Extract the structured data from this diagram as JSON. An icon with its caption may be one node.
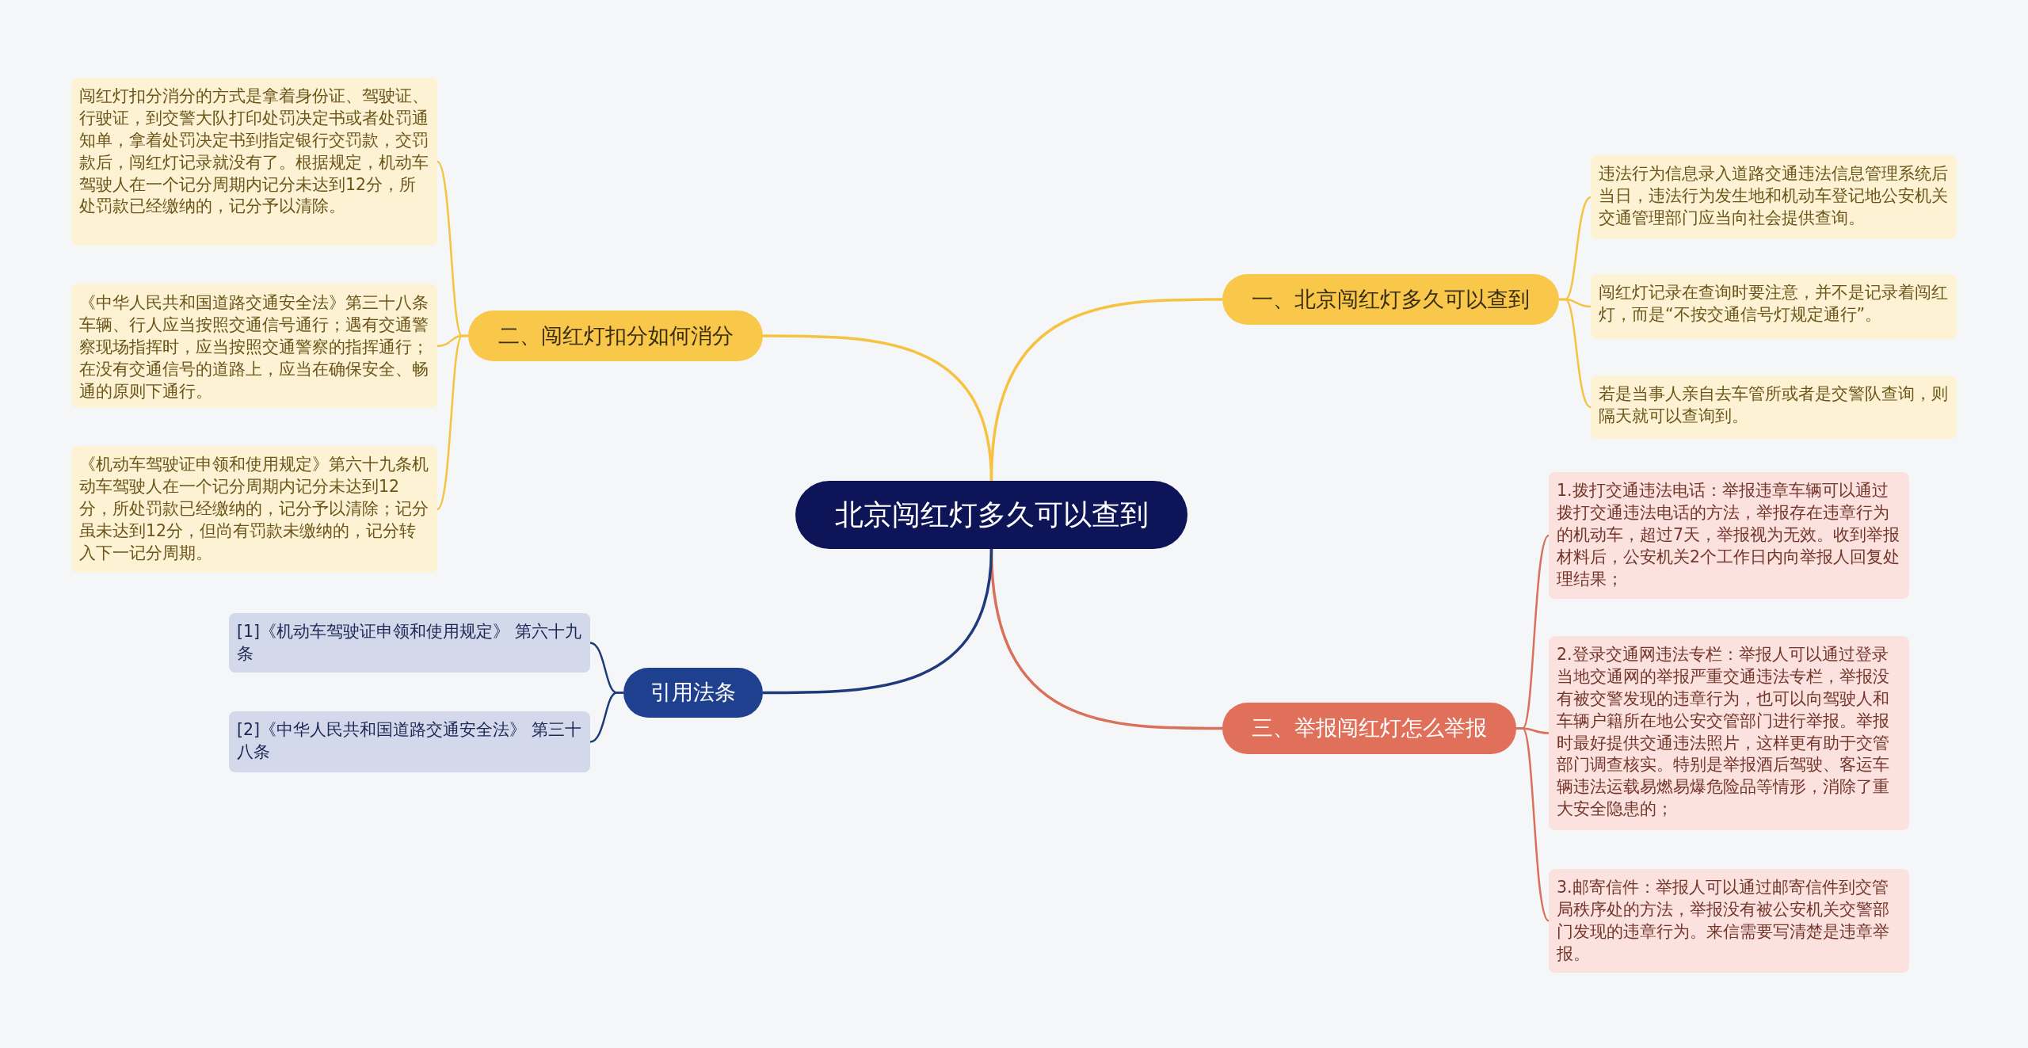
{
  "diagram": {
    "nodes": [
      {
        "text": [
          "北京闯红灯多久可以查到"
        ]
      },
      {
        "text": [
          "一、北京闯红灯多久可以查到"
        ]
      },
      {
        "text": [
          "违法行为信息录入道路交通违法信息管理系统后当日，违法行为发生地和机动车登记地公安机关交通管理部门应当向社会提供查询。"
        ]
      },
      {
        "text": [
          "闯红灯记录在查询时要注意，并不是记录着闯红灯，而是“不按交通信号灯规定通行”。"
        ]
      },
      {
        "text": [
          "若是当事人亲自去车管所或者是交警队查询，则隔天就可以查询到。"
        ]
      },
      {
        "text": [
          "二、闯红灯扣分如何消分"
        ]
      },
      {
        "text": [
          "闯红灯扣分消分的方式是拿着身份证、驾驶证、行驶证，到交警大队打印处罚决定书或者处罚通知单，拿着处罚决定书到指定银行交罚款，交罚款后，闯红灯记录就没有了。根据规定，机动车驾驶人在一个记分周期内记分未达到12分，所处罚款已经缴纳的，记分予以清除。"
        ]
      },
      {
        "text": [
          "《中华人民共和国道路交通安全法》第三十八条车辆、行人应当按照交通信号通行；遇有交通警察现场指挥时，应当按照交通警察的指挥通行；在没有交通信号的道路上，应当在确保安全、畅通的原则下通行。"
        ]
      },
      {
        "text": [
          "《机动车驾驶证申领和使用规定》第六十九条机动车驾驶人在一个记分周期内记分未达到12分，所处罚款已经缴纳的，记分予以清除；记分虽未达到12分，但尚有罚款未缴纳的，记分转入下一记分周期。"
        ]
      },
      {
        "text": [
          "三、举报闯红灯怎么举报"
        ]
      },
      {
        "text": [
          "1.拨打交通违法电话：举报违章车辆可以通过拨打交通违法电话的方法，举报存在违章行为的机动车，超过7天，举报视为无效。收到举报材料后，公安机关2个工作日内向举报人回复处理结果；"
        ]
      },
      {
        "text": [
          "2.登录交通网违法专栏：举报人可以通过登录当地交通网的举报严重交通违法专栏，举报没有被交警发现的违章行为，也可以向驾驶人和车辆户籍所在地公安交管部门进行举报。举报时最好提供交通违法照片，这样更有助于交管部门调查核实。特别是举报酒后驾驶、客运车辆违法运载易燃易爆危险品等情形，消除了重大安全隐患的；"
        ]
      },
      {
        "text": [
          "3.邮寄信件：举报人可以通过邮寄信件到交管局秩序处的方法，举报没有被公安机关交警部门发现的违章行为。来信需要写清楚是违章举报。"
        ]
      },
      {
        "text": [
          "引用法条"
        ]
      },
      {
        "text": [
          "[1]《机动车驾驶证申领和使用规定》 第六十九条"
        ]
      },
      {
        "text": [
          "[2]《中华人民共和国道路交通安全法》 第三十八条"
        ]
      }
    ],
    "edges": [
      {
        "from": 0,
        "to": 1,
        "arrow": "none"
      },
      {
        "from": 1,
        "to": 2,
        "arrow": "none"
      },
      {
        "from": 1,
        "to": 3,
        "arrow": "none"
      },
      {
        "from": 1,
        "to": 4,
        "arrow": "none"
      },
      {
        "from": 0,
        "to": 5,
        "arrow": "none"
      },
      {
        "from": 5,
        "to": 6,
        "arrow": "none"
      },
      {
        "from": 5,
        "to": 7,
        "arrow": "none"
      },
      {
        "from": 5,
        "to": 8,
        "arrow": "none"
      },
      {
        "from": 0,
        "to": 9,
        "arrow": "none",
        "color": "#d9705a"
      },
      {
        "from": 9,
        "to": 10,
        "arrow": "none",
        "color": "#d9705a"
      },
      {
        "from": 9,
        "to": 11,
        "arrow": "none",
        "color": "#d9705a"
      },
      {
        "from": 9,
        "to": 12,
        "arrow": "none",
        "color": "#d9705a"
      },
      {
        "from": 0,
        "to": 13,
        "arrow": "none",
        "color": "#1f3a7a"
      },
      {
        "from": 13,
        "to": 14,
        "arrow": "none",
        "color": "#1f3a7a"
      },
      {
        "from": 13,
        "to": 15,
        "arrow": "none",
        "color": "#1f3a7a"
      }
    ]
  }
}
